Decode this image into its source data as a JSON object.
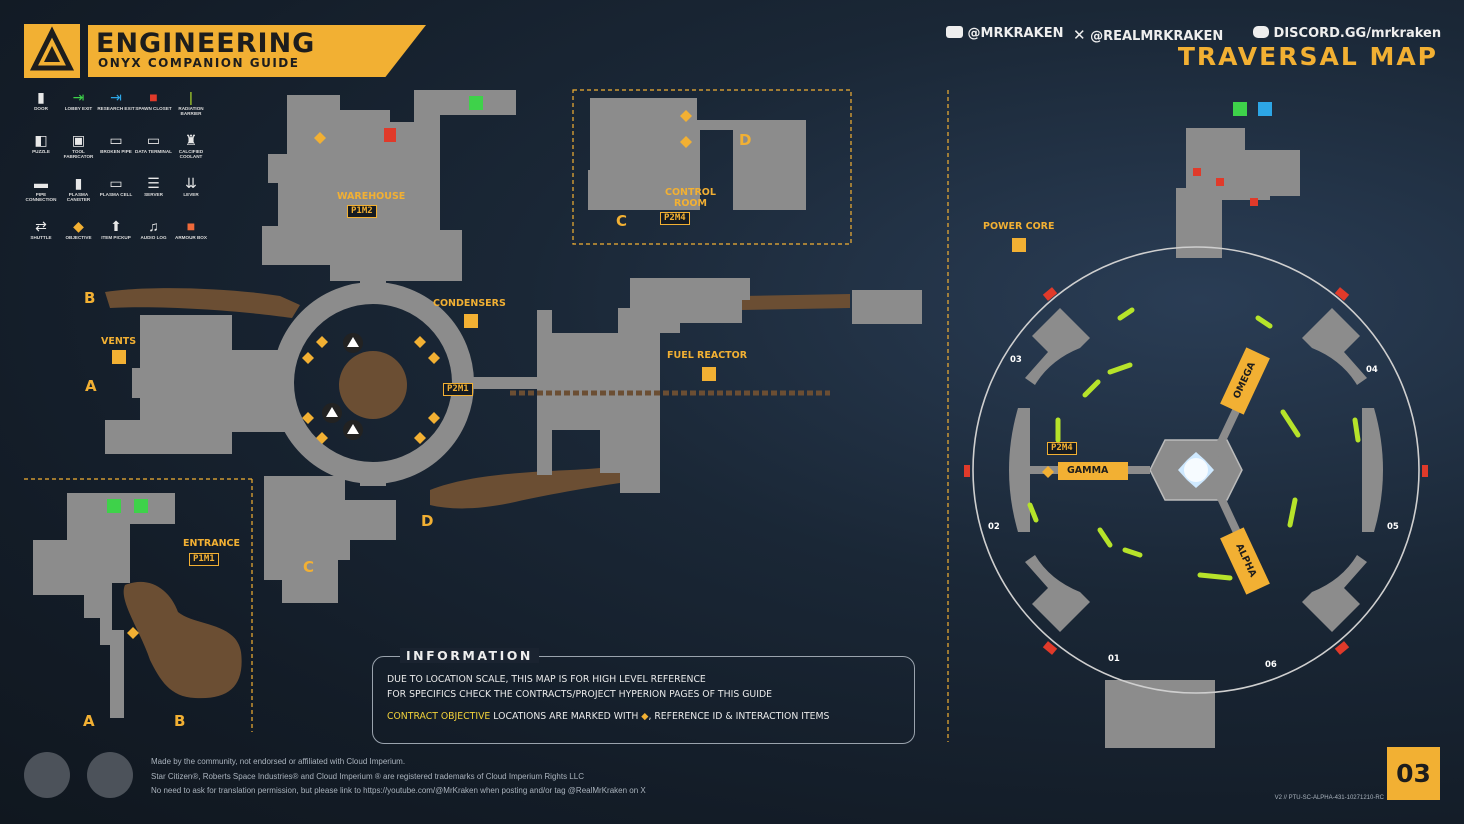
{
  "header": {
    "title": "ENGINEERING",
    "subtitle": "ONYX COMPANION GUIDE",
    "map_title": "TRAVERSAL MAP",
    "socials": [
      {
        "icon": "youtube-icon",
        "text": "@MRKRAKEN"
      },
      {
        "icon": "x-icon",
        "text": "@REALMRKRAKEN"
      },
      {
        "icon": "discord-icon",
        "text": "DISCORD.GG/mrkraken"
      }
    ]
  },
  "legend": [
    {
      "label": "DOOR",
      "icon": "door-icon"
    },
    {
      "label": "LOBBY EXIT",
      "icon": "lobby-exit-icon"
    },
    {
      "label": "RESEARCH EXIT",
      "icon": "research-exit-icon"
    },
    {
      "label": "SPAWN CLOSET",
      "icon": "spawn-closet-icon"
    },
    {
      "label": "RADIATION BARRIER",
      "icon": "radiation-barrier-icon"
    },
    {
      "label": "PUZZLE",
      "icon": "puzzle-icon"
    },
    {
      "label": "TOOL FABRICATOR",
      "icon": "tool-fabricator-icon"
    },
    {
      "label": "BROKEN PIPE",
      "icon": "broken-pipe-icon"
    },
    {
      "label": "DATA TERMINAL",
      "icon": "data-terminal-icon"
    },
    {
      "label": "CALCIFIED COOLANT",
      "icon": "calcified-coolant-icon"
    },
    {
      "label": "PIPE CONNECTION",
      "icon": "pipe-connection-icon"
    },
    {
      "label": "PLASMA CANISTER",
      "icon": "plasma-canister-icon"
    },
    {
      "label": "PLASMA CELL",
      "icon": "plasma-cell-icon"
    },
    {
      "label": "SERVER",
      "icon": "server-icon"
    },
    {
      "label": "LEVER",
      "icon": "lever-icon"
    },
    {
      "label": "SHUTTLE",
      "icon": "shuttle-icon"
    },
    {
      "label": "OBJECTIVE",
      "icon": "objective-icon"
    },
    {
      "label": "ITEM PICKUP",
      "icon": "item-pickup-icon"
    },
    {
      "label": "AUDIO LOG",
      "icon": "audio-log-icon"
    },
    {
      "label": "ARMOUR BOX",
      "icon": "armour-box-icon"
    }
  ],
  "map": {
    "warehouse": "WAREHOUSE",
    "warehouse_tag": "P1M2",
    "condensers": "CONDENSERS",
    "vents": "VENTS",
    "p2m1": "P2M1",
    "control_room": "CONTROL\nROOM",
    "p2m4_a": "P2M4",
    "fuel_reactor": "FUEL REACTOR",
    "entrance": "ENTRANCE",
    "p1m1": "P1M1",
    "power_core": "POWER CORE",
    "omega": "OMEGA",
    "alpha": "ALPHA",
    "gamma": "GAMMA",
    "p2m4_b": "P2M4",
    "letters": {
      "a": "A",
      "b": "B",
      "c": "C",
      "d": "D"
    },
    "core_sections": [
      "03",
      "04",
      "02",
      "05",
      "01",
      "06"
    ]
  },
  "info": {
    "title": "INFORMATION",
    "line1": "DUE TO LOCATION SCALE, THIS MAP IS FOR HIGH LEVEL REFERENCE",
    "line2": "FOR SPECIFICS CHECK THE CONTRACTS/PROJECT HYPERION PAGES OF THIS GUIDE",
    "line3_highlight": "CONTRACT OBJECTIVE",
    "line3_mid": "LOCATIONS ARE MARKED WITH",
    "line3_end": ", REFERENCE ID & INTERACTION ITEMS"
  },
  "footer": {
    "line1": "Made by the community, not endorsed or affiliated with Cloud Imperium.",
    "line2": "Star Citizen®, Roberts Space Industries® and Cloud Imperium ® are registered trademarks of Cloud Imperium Rights LLC",
    "line3": "No need to ask for translation permission, but please link to https://youtube.com/@MrKraken when posting and/or tag @RealMrKraken on X",
    "version": "V2 // PTU-SC-ALPHA-431-10271210-RC",
    "page": "03"
  },
  "colors": {
    "accent": "#f2b033",
    "room": "#8c8c8c",
    "cave": "#6e5034",
    "green": "#b6e32a",
    "red": "#e03a2a",
    "background": "#16202d"
  }
}
